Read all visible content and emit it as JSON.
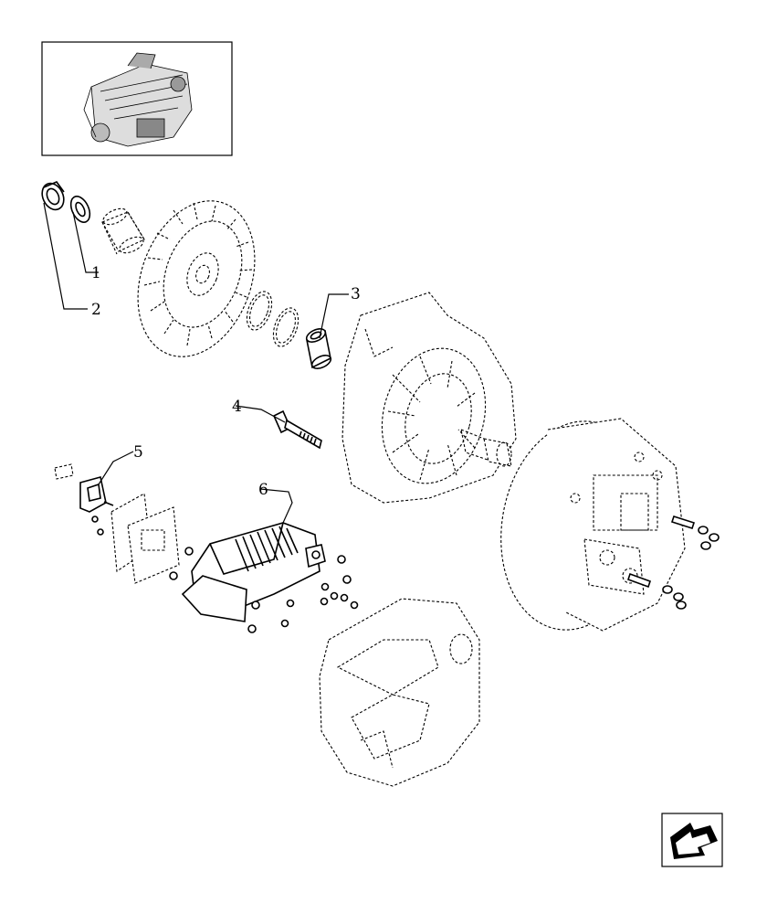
{
  "callouts": [
    {
      "id": "1",
      "label": "1"
    },
    {
      "id": "2",
      "label": "2"
    },
    {
      "id": "3",
      "label": "3"
    },
    {
      "id": "4",
      "label": "4"
    },
    {
      "id": "5",
      "label": "5"
    },
    {
      "id": "6",
      "label": "6"
    }
  ],
  "nav": {
    "icon": "arrow-back-icon"
  }
}
